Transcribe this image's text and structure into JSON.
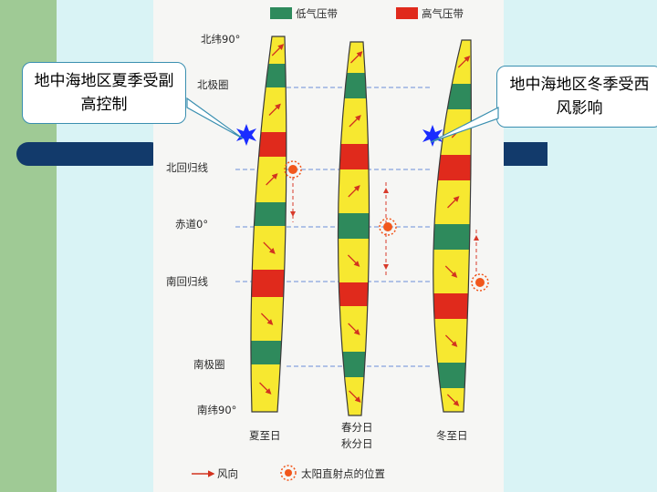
{
  "legend": {
    "low_label": "低气压带",
    "high_label": "高气压带",
    "low_color": "#2e8a5c",
    "high_color": "#e02a1c",
    "wind_label": "风向",
    "sun_label": "太阳直射点的位置"
  },
  "latitudes": {
    "north_pole": "北纬90°",
    "arctic": "北极圈",
    "tropic_n": "北回归线",
    "equator": "赤道0°",
    "tropic_s": "南回归线",
    "antarctic": "南极圈",
    "south_pole": "南纬90°"
  },
  "seasons": {
    "summer": "夏至日",
    "spring": "春分日",
    "autumn": "秋分日",
    "winter": "冬至日"
  },
  "callouts": {
    "summer": "地中海地区夏季受副高控制",
    "winter": "地中海地区冬季受西风影响"
  },
  "colors": {
    "zone_yellow": "#f7e830",
    "outline": "#3a3a3a"
  }
}
